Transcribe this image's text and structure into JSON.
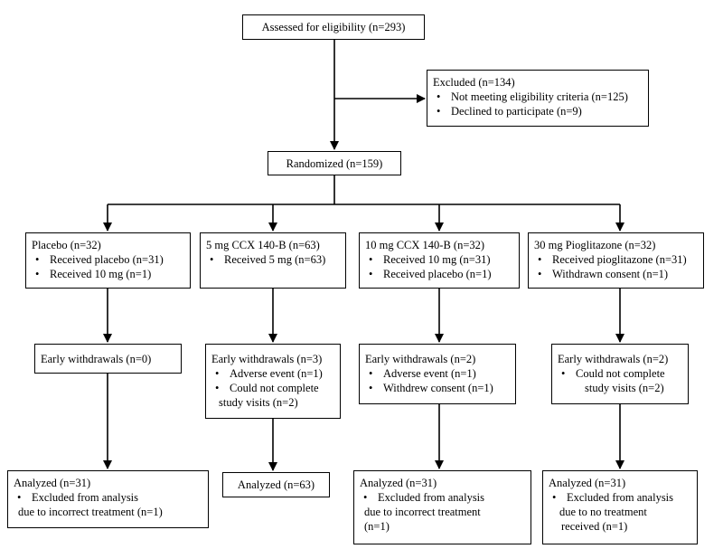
{
  "assessed": "Assessed for eligibility (n=293)",
  "excluded": {
    "title": "Excluded (n=134)",
    "items": [
      "Not meeting eligibility criteria (n=125)",
      "Declined to participate (n=9)"
    ]
  },
  "randomized": "Randomized (n=159)",
  "arms": [
    {
      "allocation": {
        "title": "Placebo (n=32)",
        "items": [
          "Received placebo (n=31)",
          "Received 10 mg (n=1)"
        ]
      },
      "withdrawals": {
        "title": "Early withdrawals (n=0)",
        "items": []
      },
      "analyzed": {
        "title": "Analyzed (n=31)",
        "items": [
          [
            "Excluded from analysis",
            "due to incorrect treatment (n=1)"
          ]
        ]
      }
    },
    {
      "allocation": {
        "title": "5 mg CCX 140-B (n=63)",
        "items": [
          "Received 5 mg (n=63)"
        ]
      },
      "withdrawals": {
        "title": "Early withdrawals (n=3)",
        "items": [
          [
            "Adverse event (n=1)"
          ],
          [
            "Could not complete",
            "study visits (n=2)"
          ]
        ]
      },
      "analyzed": {
        "title": "Analyzed (n=63)",
        "items": []
      }
    },
    {
      "allocation": {
        "title": "10 mg CCX 140-B (n=32)",
        "items": [
          "Received 10 mg (n=31)",
          "Received placebo (n=1)"
        ]
      },
      "withdrawals": {
        "title": "Early withdrawals (n=2)",
        "items": [
          [
            "Adverse event (n=1)"
          ],
          [
            "Withdrew consent (n=1)"
          ]
        ]
      },
      "analyzed": {
        "title": "Analyzed (n=31)",
        "items": [
          [
            "Excluded from analysis",
            "due to incorrect treatment",
            "(n=1)"
          ]
        ]
      }
    },
    {
      "allocation": {
        "title": "30 mg Pioglitazone (n=32)",
        "items": [
          "Received pioglitazone (n=31)",
          "Withdrawn consent (n=1)"
        ]
      },
      "withdrawals": {
        "title": "Early withdrawals (n=2)",
        "items": [
          [
            "Could not complete",
            "study visits (n=2)"
          ]
        ]
      },
      "analyzed": {
        "title": "Analyzed (n=31)",
        "items": [
          [
            "Excluded from analysis",
            "due to no treatment",
            "received (n=1)"
          ]
        ]
      }
    }
  ]
}
